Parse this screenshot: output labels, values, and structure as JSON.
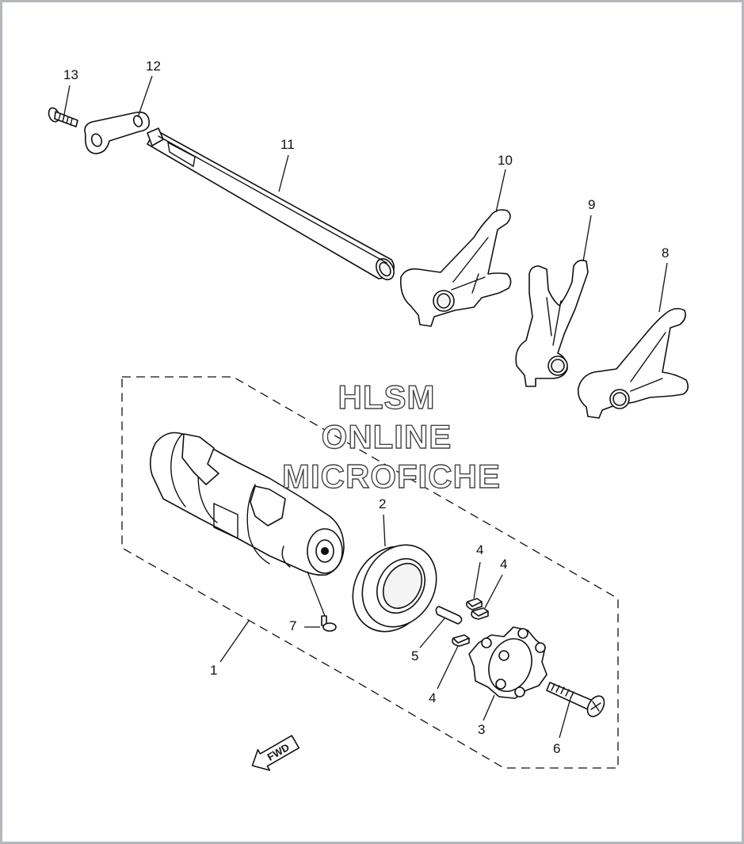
{
  "watermark": {
    "line1": "HLSM",
    "line2": "ONLINE",
    "line3": "MICROFICHE"
  },
  "callouts": {
    "p1": "1",
    "p2": "2",
    "p3": "3",
    "p4a": "4",
    "p4b": "4",
    "p4c": "4",
    "p5": "5",
    "p6": "6",
    "p7": "7",
    "p8": "8",
    "p9": "9",
    "p10": "10",
    "p11": "11",
    "p12": "12",
    "p13": "13"
  },
  "fwd_label": "FWD"
}
